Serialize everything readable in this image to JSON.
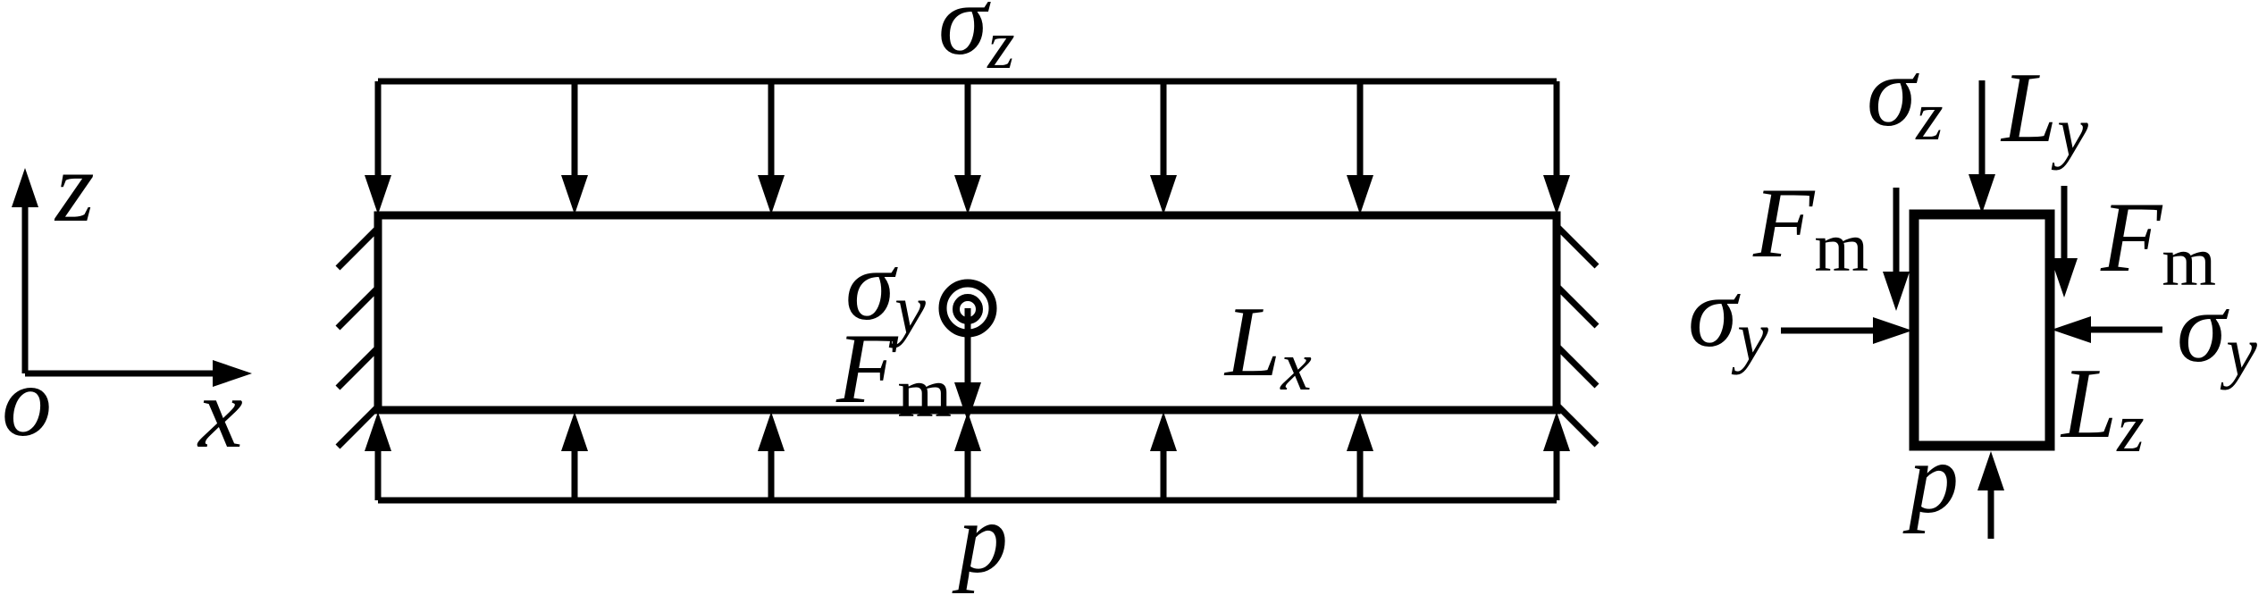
{
  "diagram": {
    "background_color": "#ffffff",
    "stroke_color": "#000000",
    "axes": {
      "z_label": "z",
      "x_label": "x",
      "origin_label": "o"
    },
    "beam": {
      "top_load": {
        "main": "σ",
        "sub": "z"
      },
      "bottom_load": "p",
      "mid_stress": {
        "main": "σ",
        "sub": "y"
      },
      "mid_force": {
        "main": "F",
        "sub": "m"
      },
      "length_x": {
        "main": "L",
        "sub": "x"
      }
    },
    "cross_section": {
      "top_stress": {
        "main": "σ",
        "sub": "z"
      },
      "top_dim": {
        "main": "L",
        "sub": "y"
      },
      "left_force": {
        "main": "F",
        "sub": "m"
      },
      "right_force": {
        "main": "F",
        "sub": "m"
      },
      "left_stress": {
        "main": "σ",
        "sub": "y"
      },
      "right_stress": {
        "main": "σ",
        "sub": "y"
      },
      "height_dim": {
        "main": "L",
        "sub": "z"
      },
      "bottom_load": "p"
    }
  }
}
